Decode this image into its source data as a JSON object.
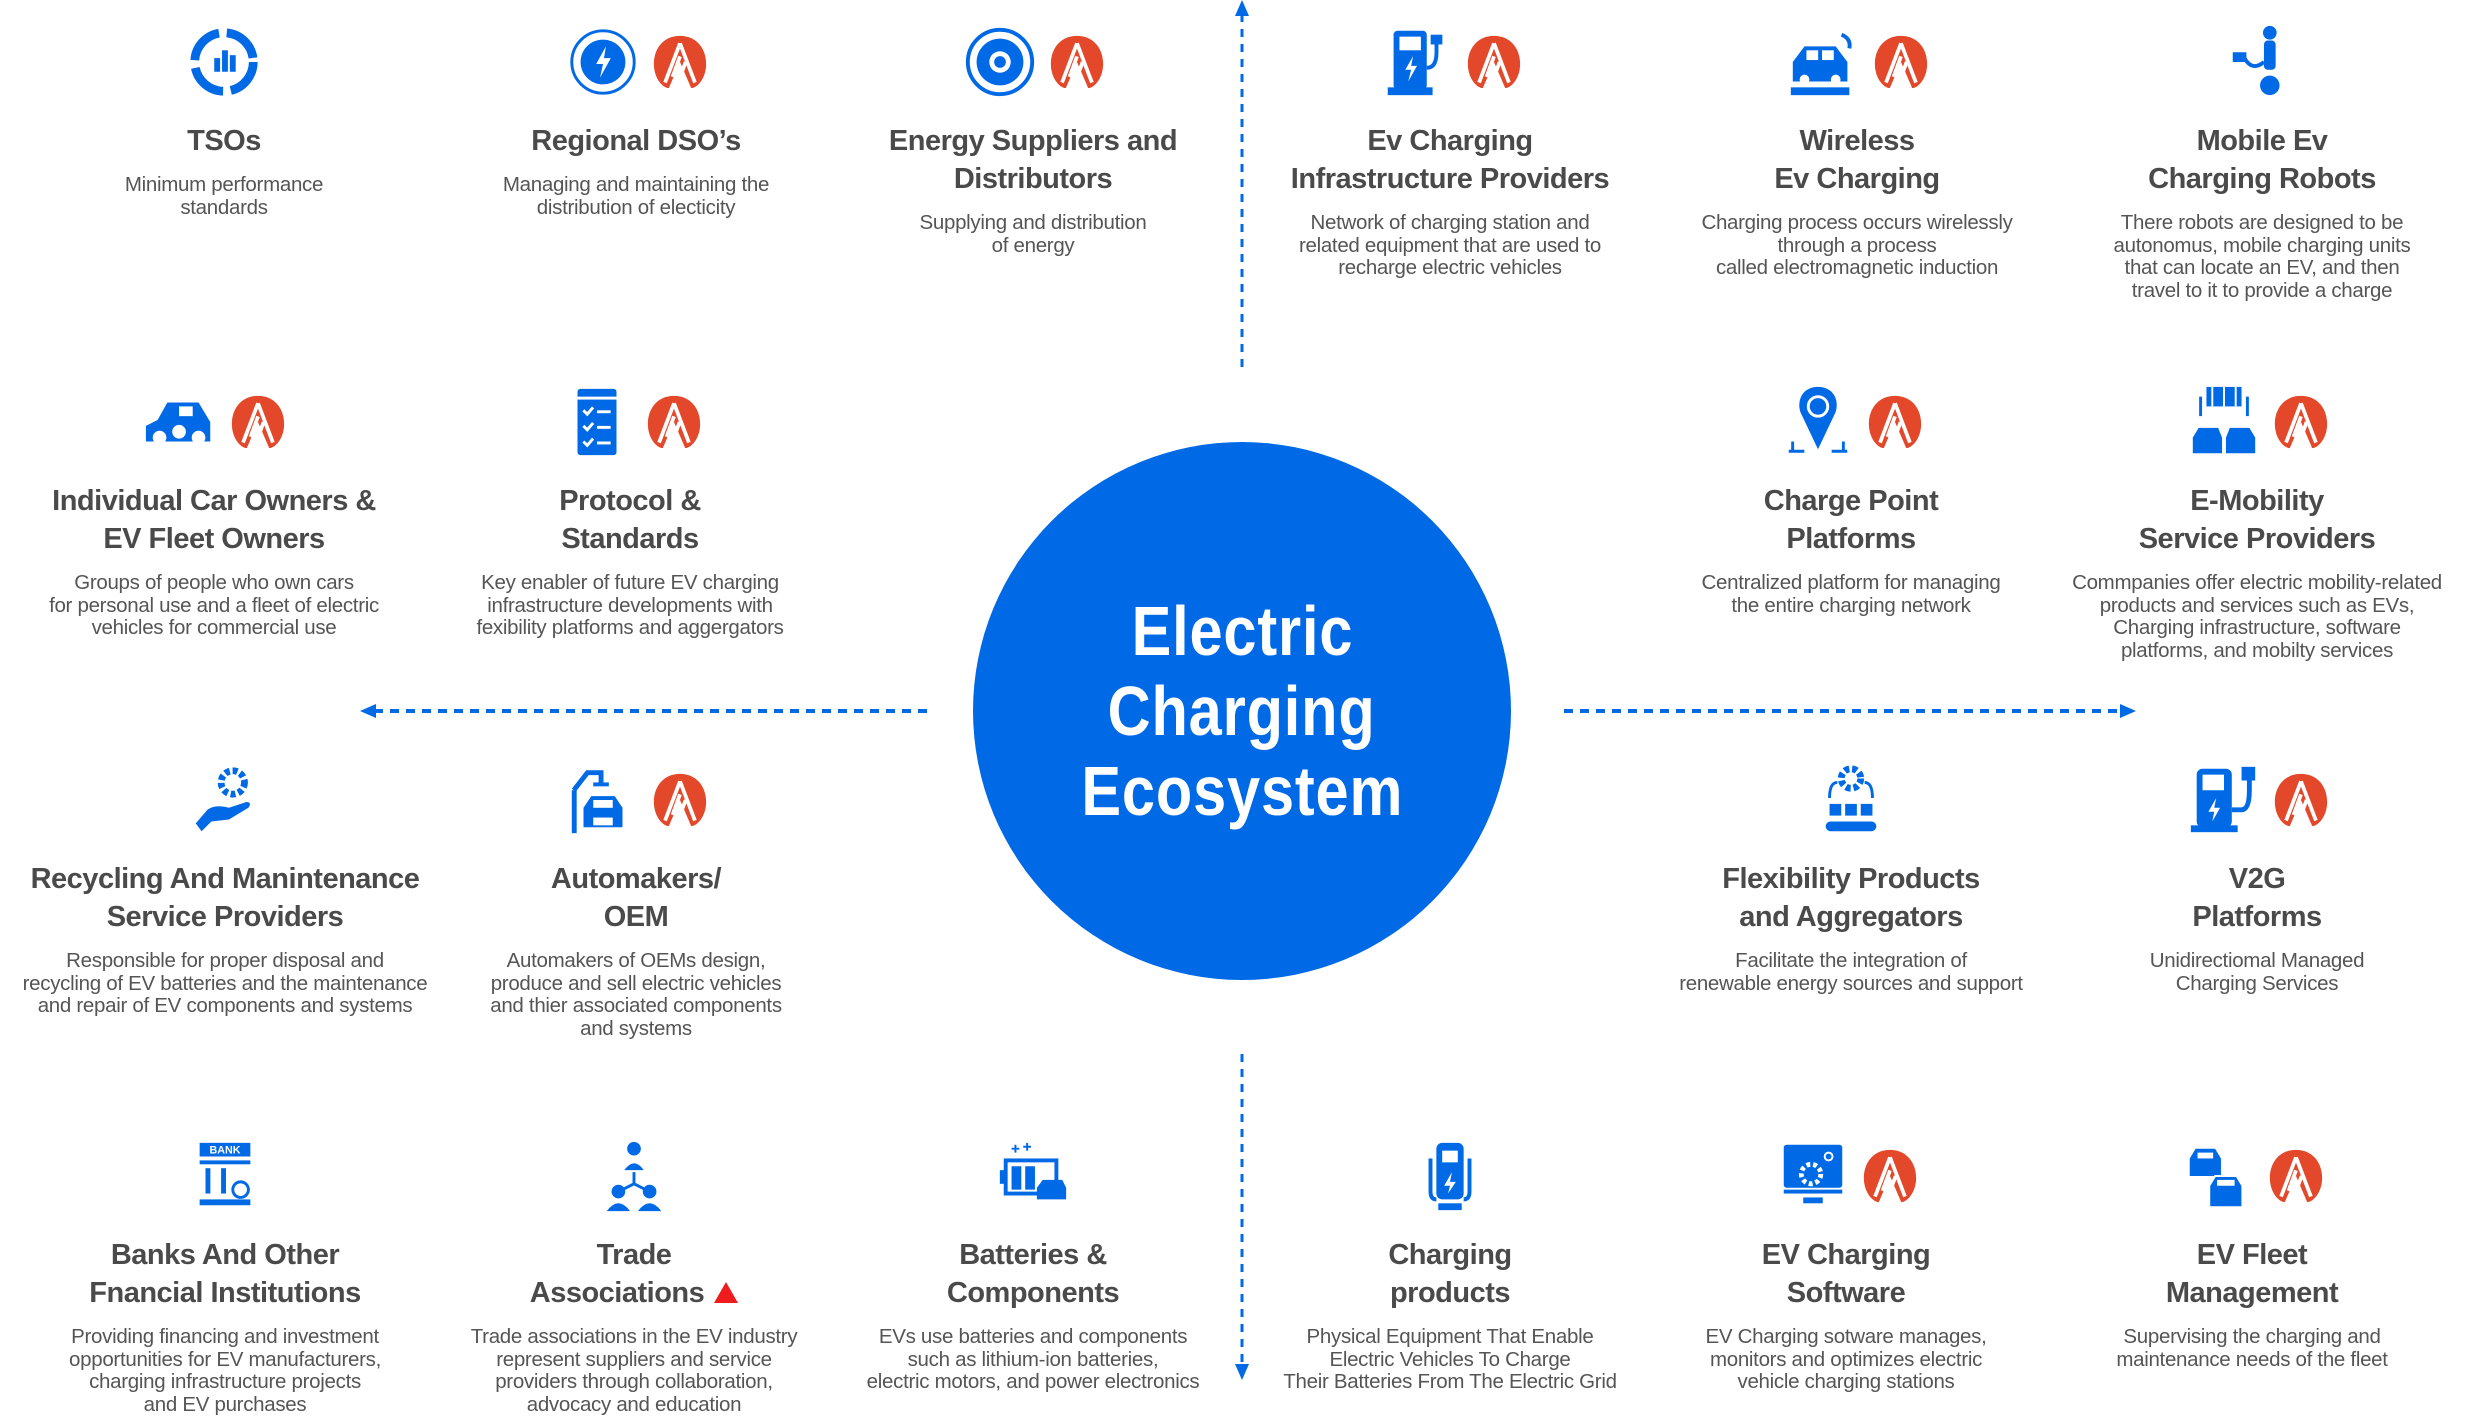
{
  "center": {
    "title": [
      "Electric",
      "Charging",
      "Ecosystem"
    ]
  },
  "colors": {
    "primary": "#0069e6",
    "badge": "#e4482a",
    "title": "#4a4a4a",
    "text": "#555555",
    "warning": "#ee1c1c"
  },
  "cards": [
    {
      "icon": "grid-dashboard-icon",
      "badge": false,
      "title": [
        "TSOs"
      ],
      "desc": [
        "Minimum performance",
        "standards"
      ]
    },
    {
      "icon": "power-cycle-icon",
      "badge": true,
      "title": [
        "Regional DSO’s"
      ],
      "desc": [
        "Managing and maintaining the",
        "distribution of electicity"
      ]
    },
    {
      "icon": "energy-gear-icon",
      "badge": true,
      "title": [
        "Energy Suppliers and",
        "Distributors"
      ],
      "desc": [
        "Supplying and distribution",
        "of energy"
      ]
    },
    {
      "icon": "charging-station-icon",
      "badge": true,
      "title": [
        "Ev Charging",
        "Infrastructure Providers"
      ],
      "desc": [
        "Network of charging station and",
        "related equipment that are used to",
        "recharge electric vehicles"
      ]
    },
    {
      "icon": "wireless-car-icon",
      "badge": true,
      "title": [
        "Wireless",
        "Ev Charging"
      ],
      "desc": [
        "Charging process occurs wirelessly",
        "through a process",
        "called electromagnetic induction"
      ]
    },
    {
      "icon": "charging-robot-icon",
      "badge": false,
      "title": [
        "Mobile Ev",
        "Charging Robots"
      ],
      "desc": [
        "There robots are designed to be",
        "autonomus, mobile charging units",
        "that can locate an EV, and then",
        "travel to it to provide a charge"
      ]
    },
    {
      "icon": "car-owner-icon",
      "badge": true,
      "title": [
        "Individual Car Owners &",
        "EV Fleet Owners"
      ],
      "desc": [
        "Groups of people who own cars",
        "for personal use and a fleet of electric",
        "vehicles for commercial use"
      ]
    },
    {
      "icon": "checklist-icon",
      "badge": true,
      "title": [
        "Protocol &",
        "Standards"
      ],
      "desc": [
        "Key enabler of future EV charging",
        "infrastructure developments with",
        "fexibility platforms and aggergators"
      ]
    },
    {
      "icon": "location-plug-icon",
      "badge": true,
      "title": [
        "Charge Point",
        "Platforms"
      ],
      "desc": [
        "Centralized platform for managing",
        "the entire charging network"
      ]
    },
    {
      "icon": "solar-cars-icon",
      "badge": true,
      "title": [
        "E-Mobility",
        "Service Providers"
      ],
      "desc": [
        "Commpanies offer electric mobility-related",
        "products and services such as EVs,",
        "Charging infrastructure, software",
        "platforms, and mobilty services"
      ]
    },
    {
      "icon": "hand-gear-icon",
      "badge": false,
      "title": [
        "Recycling And Manintenance",
        "Service Providers"
      ],
      "desc": [
        "Responsible for proper disposal and",
        "recycling of EV batteries and the maintenance",
        "and repair of EV components and systems"
      ]
    },
    {
      "icon": "robot-arm-car-icon",
      "badge": true,
      "title": [
        "Automakers/",
        "OEM"
      ],
      "desc": [
        "Automakers of OEMs design,",
        "produce and sell electric vehicles",
        "and thier associated components",
        "and systems"
      ]
    },
    {
      "icon": "gear-conveyor-icon",
      "badge": false,
      "title": [
        "Flexibility Products",
        "and Aggregators"
      ],
      "desc": [
        "Facilitate the integration of",
        "renewable energy sources and support"
      ]
    },
    {
      "icon": "v2g-station-icon",
      "badge": true,
      "title": [
        "V2G",
        "Platforms"
      ],
      "desc": [
        "Unidirectiomal Managed",
        "Charging Services"
      ]
    },
    {
      "icon": "bank-icon",
      "badge": false,
      "title": [
        "Banks And Other",
        "Fnancial Institutions"
      ],
      "desc": [
        "Providing financing and investment",
        "opportunities for EV manufacturers,",
        "charging infrastructure projects",
        "and EV purchases"
      ]
    },
    {
      "icon": "people-network-icon",
      "badge": false,
      "warning": true,
      "title": [
        "Trade",
        "Associations"
      ],
      "desc": [
        "Trade associations in the EV industry",
        "represent suppliers and service",
        "providers through collaboration,",
        "advocacy and education"
      ]
    },
    {
      "icon": "battery-car-icon",
      "badge": false,
      "title": [
        "Batteries &",
        "Components"
      ],
      "desc": [
        "EVs use batteries and components",
        "such as lithium-ion batteries,",
        "electric motors, and power electronics"
      ]
    },
    {
      "icon": "charger-unit-icon",
      "badge": false,
      "title": [
        "Charging",
        "products"
      ],
      "desc": [
        "Physical Equipment That Enable",
        "Electric Vehicles To Charge",
        "Their Batteries From The Electric Grid"
      ]
    },
    {
      "icon": "monitor-gear-icon",
      "badge": true,
      "title": [
        "EV Charging",
        "Software"
      ],
      "desc": [
        "EV Charging sotware manages,",
        "monitors and optimizes electric",
        "vehicle charging stations"
      ]
    },
    {
      "icon": "fleet-cars-icon",
      "badge": true,
      "title": [
        "EV Fleet",
        "Management"
      ],
      "desc": [
        "Supervising the charging and",
        "maintenance needs of the fleet"
      ]
    }
  ]
}
